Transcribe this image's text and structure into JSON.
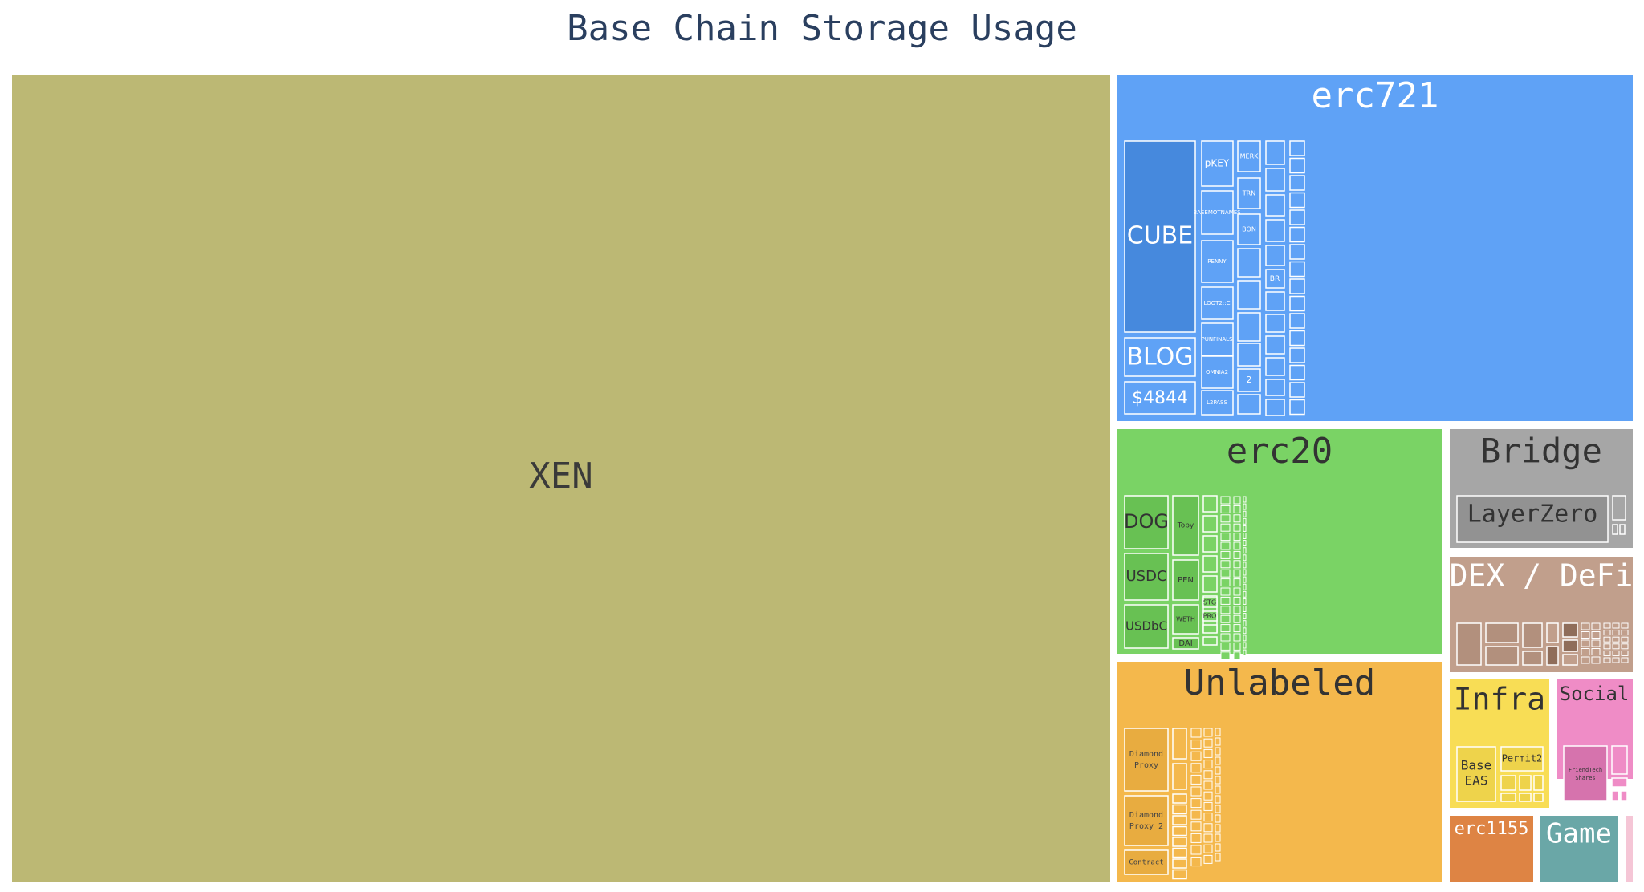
{
  "chart_data": {
    "type": "treemap",
    "title": "Base Chain Storage Usage",
    "colors": {
      "XEN": "#bcb874",
      "erc721": "#5fa2f6",
      "erc20": "#7ad365",
      "Bridge": "#a6a6a6",
      "DEX / DeFi": "#c19f8c",
      "Unlabeled": "#f4b84c",
      "Infra": "#f8dd55",
      "Social": "#ef8cc6",
      "erc1155": "#de8444",
      "Game": "#6aa7a7",
      "Other": "#f5c6d6"
    },
    "categories": [
      {
        "label": "XEN",
        "items": []
      },
      {
        "label": "erc721",
        "items": [
          "CUBE",
          "BLOG",
          "$4844",
          "pKEY",
          "BASEMOTNAMES",
          "PENNY",
          "LOOT2::C",
          "PUNFINALS",
          "OMNIA2",
          "L2PASS",
          "MERK",
          "TRN",
          "BON",
          "2",
          "BR"
        ]
      },
      {
        "label": "erc20",
        "items": [
          "DOG",
          "USDC",
          "USDbC",
          "Toby",
          "PEN",
          "WETH",
          "DAI",
          "STG",
          "PRO"
        ]
      },
      {
        "label": "Unlabeled",
        "items": [
          "Diamond Proxy",
          "Diamond Proxy 2",
          "Contract"
        ]
      },
      {
        "label": "Bridge",
        "items": [
          "LayerZero"
        ]
      },
      {
        "label": "DEX / DeFi",
        "items": []
      },
      {
        "label": "Infra",
        "items": [
          "Base EAS",
          "Permit2"
        ]
      },
      {
        "label": "Social",
        "items": [
          "FriendTech Shares"
        ]
      },
      {
        "label": "erc1155",
        "items": []
      },
      {
        "label": "Game",
        "items": []
      },
      {
        "label": "",
        "items": []
      }
    ]
  }
}
